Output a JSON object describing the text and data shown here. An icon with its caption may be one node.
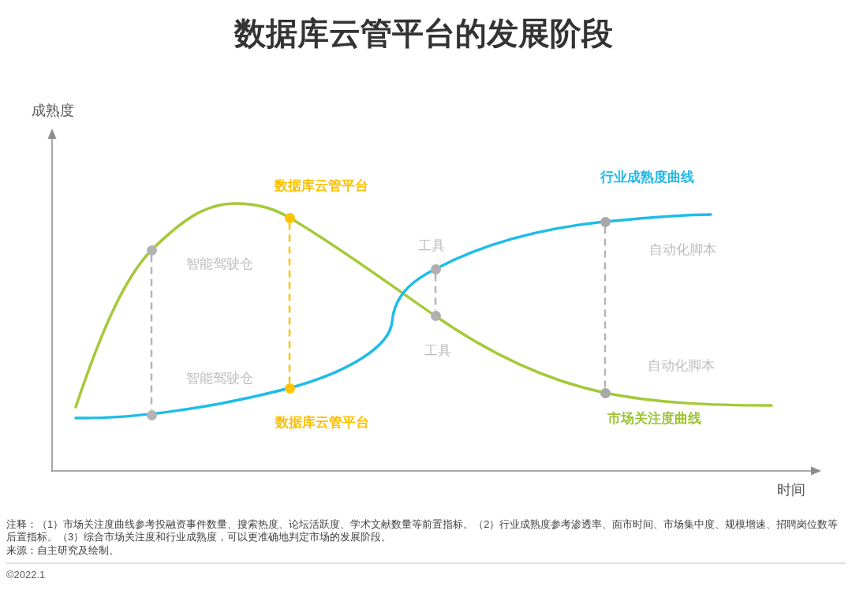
{
  "diagram": {
    "title": "数据库云管平台的发展阶段",
    "nodes": [
      {
        "text": [],
        "shape": "circle",
        "beside": [
          "智能驾驶仓"
        ]
      },
      {
        "text": [],
        "shape": "circle",
        "beside": [
          "智能驾驶仓"
        ]
      },
      {
        "text": [],
        "shape": "circle",
        "beside": [
          "数据库云管平台"
        ]
      },
      {
        "text": [],
        "shape": "circle",
        "beside": [
          "数据库云管平台"
        ]
      },
      {
        "text": [],
        "shape": "circle",
        "beside": [
          "工具"
        ]
      },
      {
        "text": [],
        "shape": "circle",
        "beside": [
          "工具"
        ]
      },
      {
        "text": [],
        "shape": "circle",
        "beside": [
          "自动化脚本"
        ]
      },
      {
        "text": [],
        "shape": "circle",
        "beside": [
          "自动化脚本"
        ]
      }
    ],
    "edges": [
      {
        "from": 0,
        "to": 1,
        "arrow": "none",
        "style": "dashed"
      },
      {
        "from": 2,
        "to": 3,
        "arrow": "none",
        "style": "dashed",
        "color": "#fbc300"
      },
      {
        "from": 4,
        "to": 5,
        "arrow": "none",
        "style": "dashed"
      },
      {
        "from": 6,
        "to": 7,
        "arrow": "none",
        "style": "dashed"
      }
    ],
    "labels": [
      "成熟度",
      "行业成熟度曲线",
      "市场关注度曲线",
      "时间",
      "注释：（1）市场关注度曲线参考投融资事件数量、搜索热度、论坛活跃度、学术文献数量等前置指标。（2）行业成熟度参考渗透率、面市时间、市场集中度、规模增速、招聘岗位数等后置指标。（3）综合市场关注度和行业成熟度，可以更准确地判定市场的发展阶段。",
      "来源：自主研究及绘制。",
      "©2022.1"
    ]
  }
}
